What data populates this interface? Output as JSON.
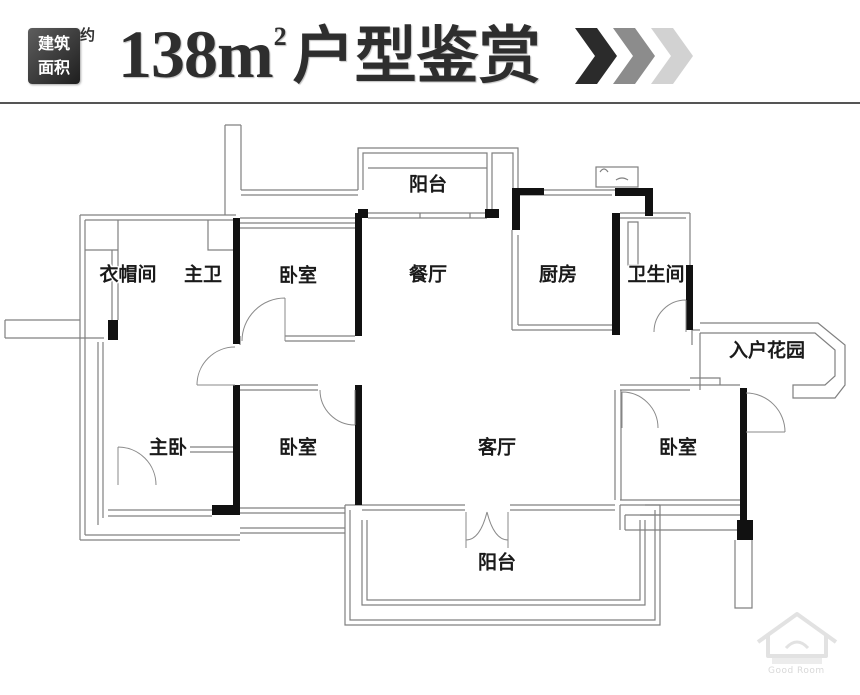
{
  "header": {
    "badge": {
      "line1": "建筑",
      "line2": "面积",
      "suffix": "约"
    },
    "title": {
      "number": "138m",
      "superscript": "2",
      "text": "户型鉴赏"
    },
    "chevron_colors": [
      "#2b2b2b",
      "#8c8c8c",
      "#d2d2d2"
    ]
  },
  "rooms": {
    "balcony_top": "阳台",
    "cloakroom": "衣帽间",
    "master_bath": "主卫",
    "bedroom_top_left": "卧室",
    "dining": "餐厅",
    "kitchen": "厨房",
    "bathroom": "卫生间",
    "entry_garden": "入户花园",
    "master_bedroom": "主卧",
    "bedroom_middle_left": "卧室",
    "living_room": "客厅",
    "bedroom_right": "卧室",
    "balcony_bottom": "阳台"
  },
  "watermark": {
    "text_en": "Good Room"
  },
  "colors": {
    "wall": "#111111",
    "line": "#808080",
    "text": "#1a1a1a"
  }
}
